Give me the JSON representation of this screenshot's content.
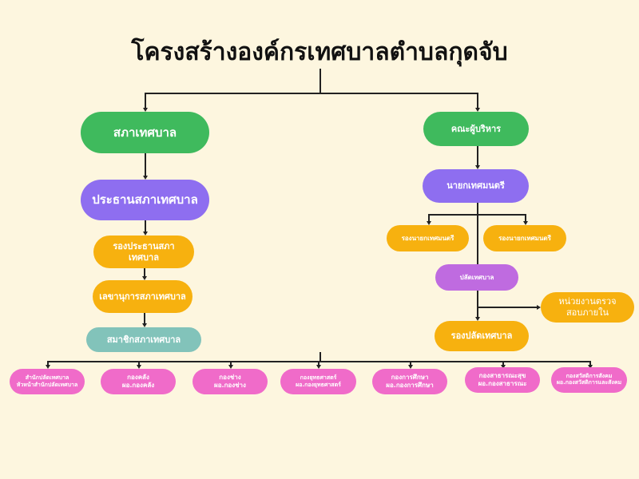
{
  "title": "โครงสร้างองค์กรเทศบาลตำบลกุดจับ",
  "council": {
    "root": "สภาเทศบาล",
    "chair": "ประธานสภาเทศบาล",
    "vice_chair": "รองประธานสภาเทศบาล",
    "secretary": "เลขานุการสภาเทศบาล",
    "members": "สมาชิกสภาเทศบาล"
  },
  "executive": {
    "root": "คณะผู้บริหาร",
    "mayor": "นายกเทศมนตรี",
    "deputy_mayors": [
      "รองนายกเทศมนตรี",
      "รองนายกเทศมนตรี"
    ],
    "clerk": "ปลัดเทศบาล",
    "audit": "หน่วยงานตรวจสอบภายใน",
    "deputy_clerk": "รองปลัดเทศบาล"
  },
  "divisions": [
    {
      "name": "สำนักปลัดเทศบาล",
      "head": "หัวหน้าสำนักปลัดเทศบาล"
    },
    {
      "name": "กองคลัง",
      "head": "ผอ.กองคลัง"
    },
    {
      "name": "กองช่าง",
      "head": "ผอ.กองช่าง"
    },
    {
      "name": "กองยุทธศาสตร์",
      "head": "ผอ.กองยุทธศาสตร์"
    },
    {
      "name": "กองการศึกษา",
      "head": "ผอ.กองการศึกษา"
    },
    {
      "name": "กองสาธารณะสุข",
      "head": "ผอ.กองสาธารณะ"
    },
    {
      "name": "กองสวัสดิการสังคม",
      "head": "ผอ.กองสวัสดิการและสังคม"
    }
  ]
}
